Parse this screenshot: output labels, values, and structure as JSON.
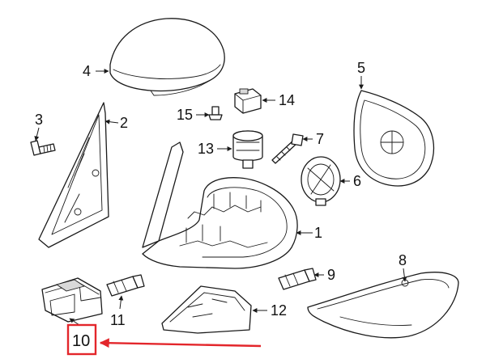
{
  "callouts": {
    "c1": "1",
    "c2": "2",
    "c3": "3",
    "c4": "4",
    "c5": "5",
    "c6": "6",
    "c7": "7",
    "c8": "8",
    "c9": "9",
    "c10": "10",
    "c11": "11",
    "c12": "12",
    "c13": "13",
    "c14": "14",
    "c15": "15"
  },
  "highlight": {
    "target": "10",
    "box_color": "#e3262b",
    "arrow_color": "#e3262b"
  }
}
